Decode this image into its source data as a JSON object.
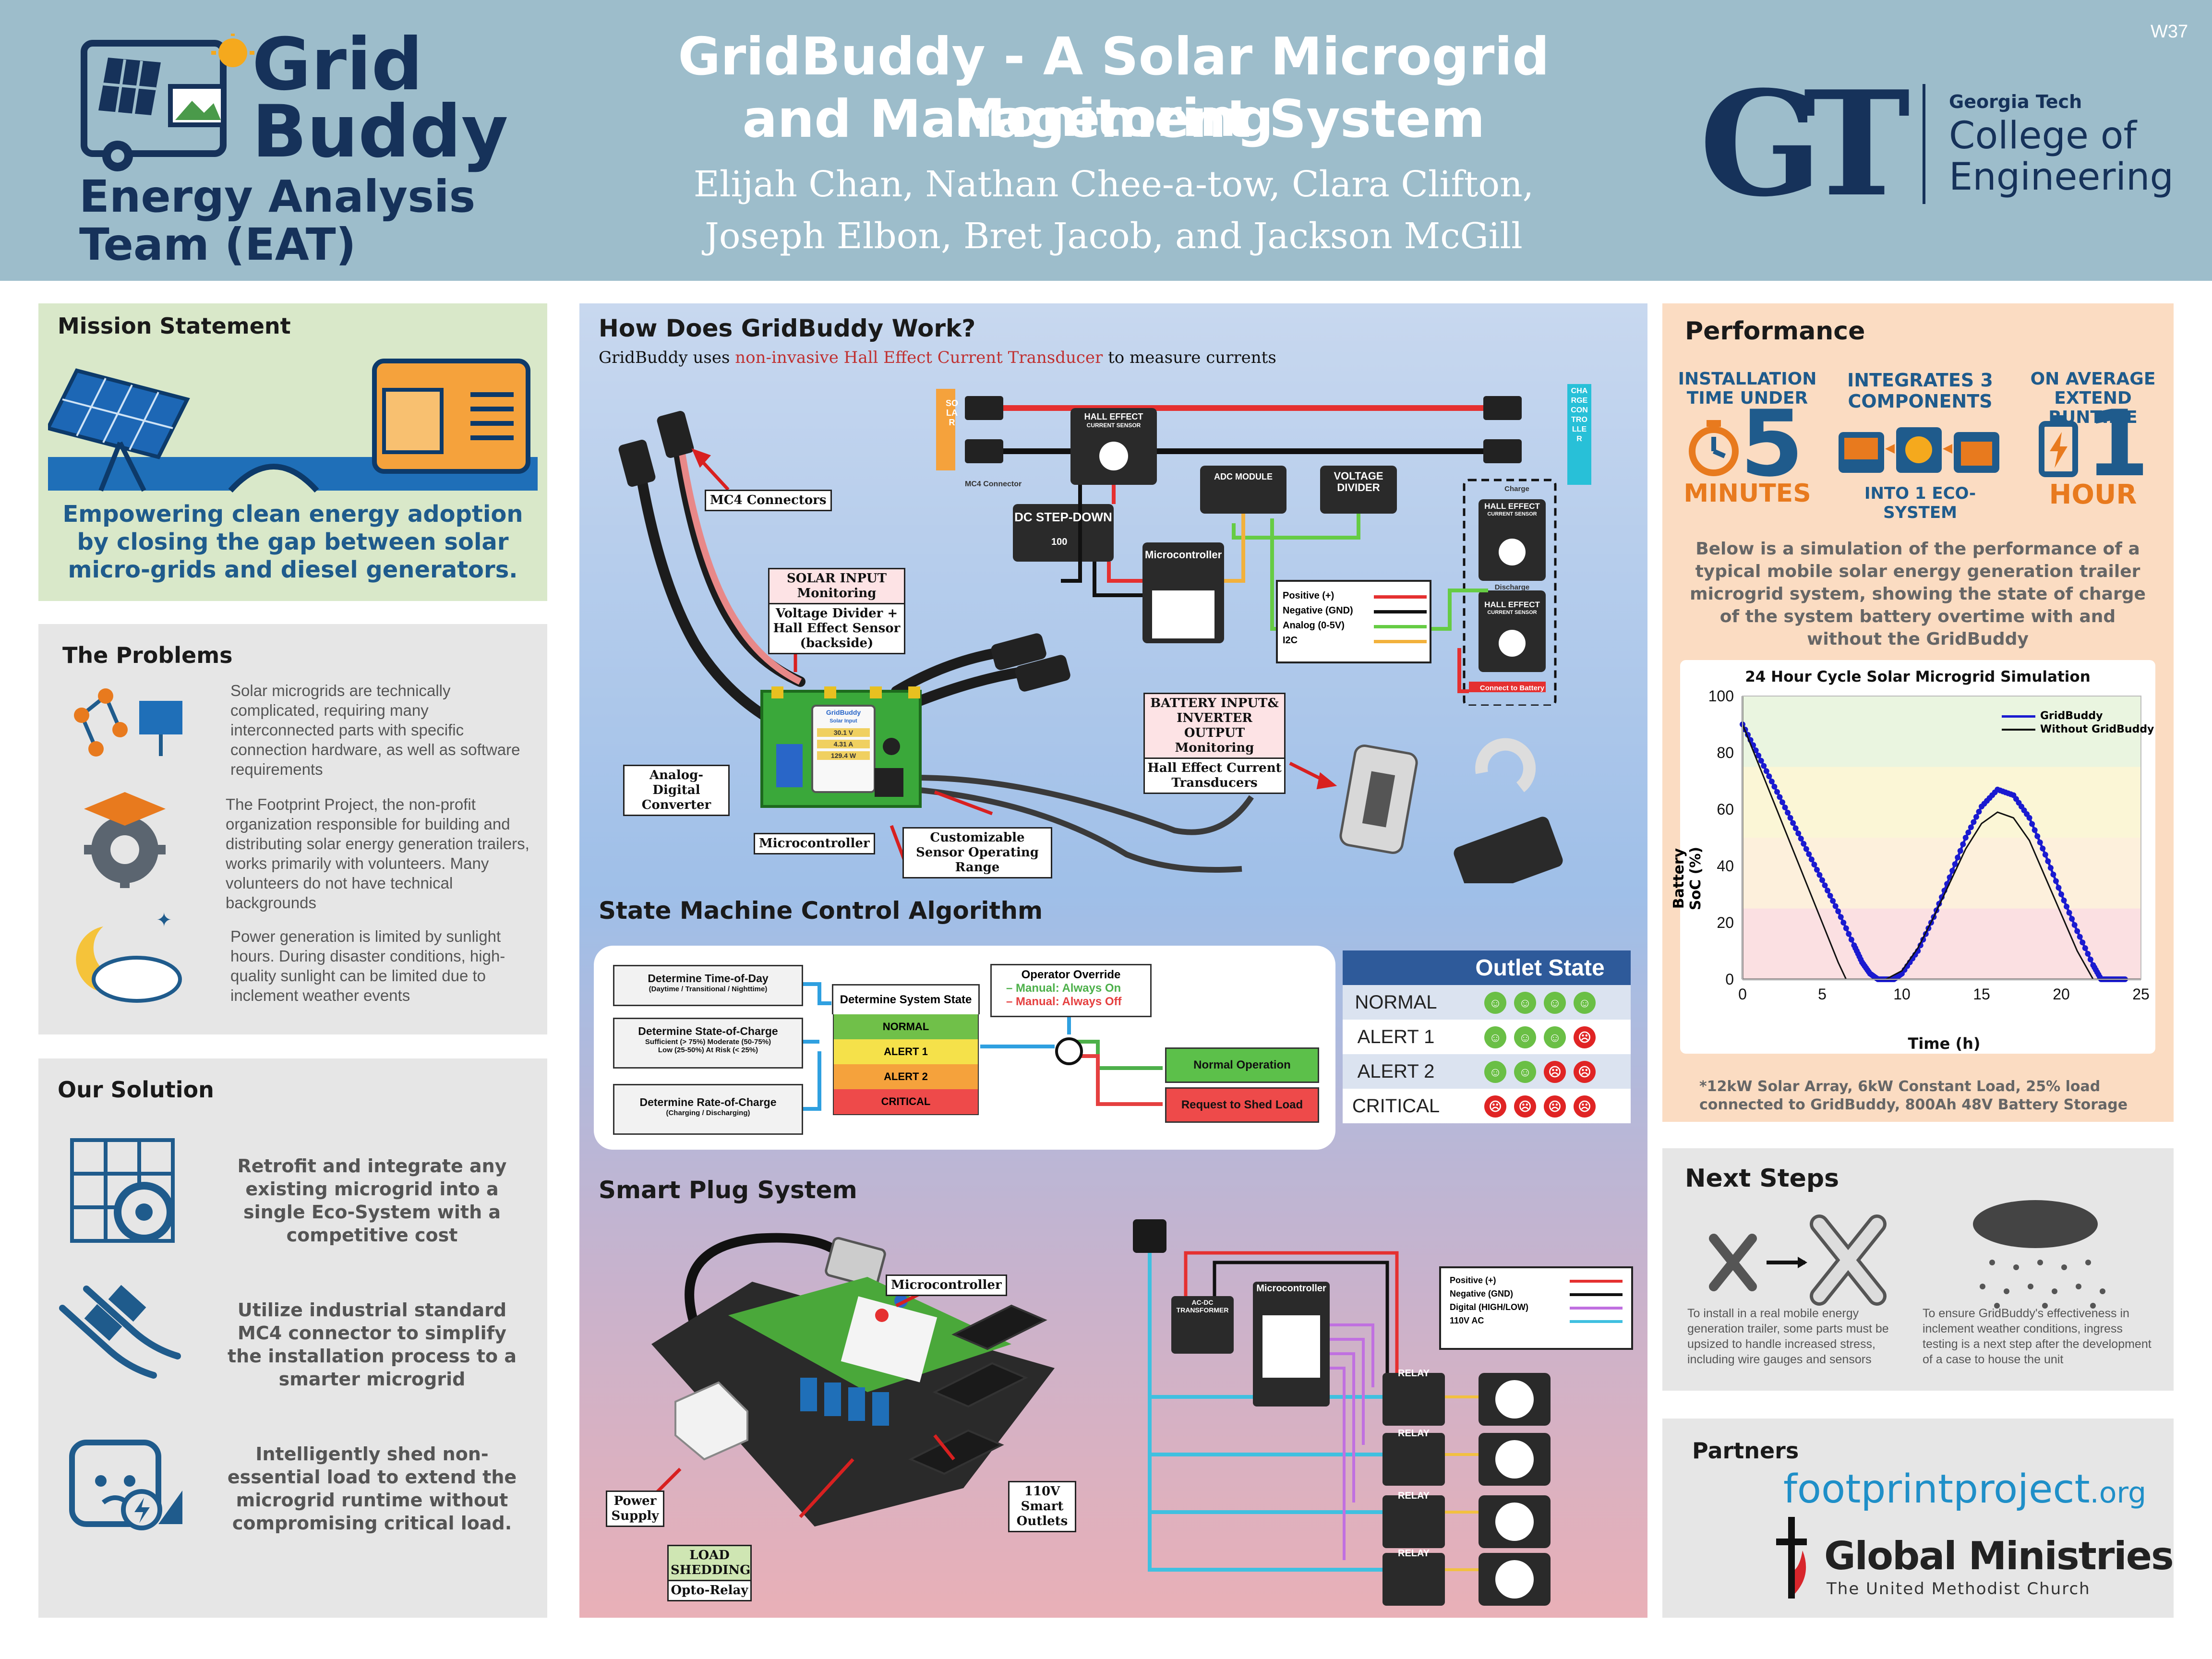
{
  "header": {
    "logo_word1": "Grid",
    "logo_word2": "Buddy",
    "team_line1": "Energy Analysis",
    "team_line2": "Team (EAT)",
    "title_line1": "GridBuddy - A Solar Microgrid Monitoring",
    "title_line2": "and Management System",
    "authors_line1": "Elijah Chan, Nathan Chee-a-tow, Clara Clifton,",
    "authors_line2": "Joseph Elbon, Bret Jacob, and Jackson McGill",
    "gt_small": "Georgia Tech",
    "gt_line1": "College of",
    "gt_line2": "Engineering",
    "gt_mark": "GT",
    "poster_id": "W37"
  },
  "mission": {
    "title": "Mission Statement",
    "text": "Empowering clean energy adoption by closing the gap between solar micro-grids and diesel generators."
  },
  "problems": {
    "title": "The Problems",
    "items": [
      "Solar microgrids are technically complicated, requiring many interconnected parts with specific connection hardware, as well as software requirements",
      "The Footprint Project, the non-profit organization responsible for building and distributing solar energy generation trailers, works primarily with volunteers. Many volunteers do not have technical backgrounds",
      "Power generation is limited by sunlight hours. During disaster conditions, high-quality sunlight can be limited due to inclement weather events"
    ]
  },
  "solution": {
    "title": "Our Solution",
    "items": [
      "Retrofit and integrate any existing microgrid into a single Eco-System with a competitive cost",
      "Utilize industrial standard MC4 connector to simplify the installation process to a smarter microgrid",
      "Intelligently shed non-essential load to extend the microgrid runtime without compromising critical load."
    ]
  },
  "how": {
    "title": "How Does GridBuddy Work?",
    "subtitle_pre": "GridBuddy uses ",
    "subtitle_em": "non-invasive Hall Effect Current Transducer",
    "subtitle_post": " to measure currents",
    "labels": {
      "mc4": "MC4 Connectors",
      "solar_input": "SOLAR INPUT Monitoring",
      "solar_input_sub": "Voltage Divider + Hall Effect Sensor (backside)",
      "adc": "Analog-Digital Converter",
      "micro": "Microcontroller",
      "sensor_range": "Customizable Sensor Operating Range",
      "battery": "BATTERY INPUT& INVERTER OUTPUT Monitoring",
      "battery_sub": "Hall Effect Current Transducers",
      "solar_side": "SOLAR",
      "charge_side": "CHARGE CONTROLLER",
      "mc4_conn": "MC4 Connector",
      "hall_top": "HALL EFFECT",
      "hall_top_sub": "CURRENT SENSOR",
      "adc_module": "ADC MODULE",
      "voltage_div": "VOLTAGE DIVIDER",
      "dc_step": "DC STEP-DOWN",
      "dc_step_val": "100",
      "micro_box": "Microcontroller",
      "charge_tag": "Charge",
      "discharge_tag": "Discharge",
      "hall_charge": "HALL EFFECT",
      "hall_charge_sub": "CURRENT SENSOR",
      "hall_discharge": "HALL EFFECT",
      "hall_discharge_sub": "CURRENT SENSOR",
      "connect_batt": "Connect to Battery",
      "screen_brand": "GridBuddy",
      "screen_sub": "Solar Input",
      "screen_v": "30.1 V",
      "screen_a": "4.31 A",
      "screen_w": "129.4 W"
    },
    "legend": [
      {
        "label": "Positive (+)",
        "color": "#e53030"
      },
      {
        "label": "Negative (GND)",
        "color": "#111111"
      },
      {
        "label": "Analog (0-5V)",
        "color": "#66cc44"
      },
      {
        "label": "I2C",
        "color": "#f2b13c"
      }
    ]
  },
  "state_machine": {
    "title": "State Machine Control Algorithm",
    "inputs": [
      {
        "main": "Determine Time-of-Day",
        "sub": "(Daytime / Transitional / Nighttime)"
      },
      {
        "main": "Determine State-of-Charge",
        "sub1": "Sufficient (> 75%)   Moderate (50-75%)",
        "sub2": "Low (25-50%)   At Risk (< 25%)"
      },
      {
        "main": "Determine Rate-of-Charge",
        "sub": "(Charging / Discharging)"
      }
    ],
    "system_state": "Determine System State",
    "states": [
      {
        "name": "NORMAL",
        "color": "#70c049"
      },
      {
        "name": "ALERT 1",
        "color": "#f5e14a"
      },
      {
        "name": "ALERT 2",
        "color": "#f5a23c"
      },
      {
        "name": "CRITICAL",
        "color": "#ee4a4a"
      }
    ],
    "override_title": "Operator Override",
    "override_on": "– Manual: Always On",
    "override_off": "– Manual: Always Off",
    "normal_op": "Normal Operation",
    "shed": "Request to Shed Load",
    "outlet_title": "Outlet State",
    "outlet_rows": [
      {
        "state": "NORMAL",
        "outlets": [
          "on",
          "on",
          "on",
          "on"
        ]
      },
      {
        "state": "ALERT 1",
        "outlets": [
          "on",
          "on",
          "on",
          "off"
        ]
      },
      {
        "state": "ALERT 2",
        "outlets": [
          "on",
          "on",
          "off",
          "off"
        ]
      },
      {
        "state": "CRITICAL",
        "outlets": [
          "off",
          "off",
          "off",
          "off"
        ]
      }
    ]
  },
  "smart_plug": {
    "title": "Smart Plug System",
    "labels": {
      "micro": "Microcontroller",
      "power": "Power Supply",
      "load1": "LOAD SHEDDING",
      "load2": "Opto-Relay",
      "outlets": "110V Smart Outlets",
      "transformer": "AC-DC TRANSFORMER",
      "micro_box": "Microcontroller",
      "relay": "RELAY"
    },
    "legend": [
      {
        "label": "Positive (+)",
        "color": "#e53030"
      },
      {
        "label": "Negative (GND)",
        "color": "#111111"
      },
      {
        "label": "Digital (HIGH/LOW)",
        "color": "#c070e0"
      },
      {
        "label": "110V AC",
        "color": "#40c0e0"
      }
    ]
  },
  "performance": {
    "title": "Performance",
    "stat1_cap": "INSTALLATION TIME UNDER",
    "stat1_num": "5",
    "stat1_unit": "MINUTES",
    "stat2_cap": "INTEGRATES 3 COMPONENTS",
    "stat2_unit": "INTO 1 ECO-SYSTEM",
    "stat3_cap": "ON AVERAGE EXTEND RUNTIME",
    "stat3_num": "1",
    "stat3_unit": "HOUR",
    "description": "Below is a simulation of the performance of a typical mobile solar energy generation trailer microgrid system, showing the state of charge of the system battery overtime with and without the GridBuddy",
    "footnote": "*12kW Solar Array, 6kW Constant Load, 25% load connected to GridBuddy, 800Ah 48V Battery Storage"
  },
  "chart_data": {
    "type": "line",
    "title": "24 Hour Cycle Solar Microgrid Simulation",
    "xlabel": "Time (h)",
    "ylabel": "Battery SoC (%)",
    "xlim": [
      0,
      25
    ],
    "ylim": [
      0,
      100
    ],
    "xticks": [
      0,
      5,
      10,
      15,
      20,
      25
    ],
    "yticks": [
      0,
      20,
      40,
      60,
      80,
      100
    ],
    "legend_position": "top-right",
    "bands": [
      {
        "from": 75,
        "to": 100,
        "color": "#eaf5e0"
      },
      {
        "from": 50,
        "to": 75,
        "color": "#fbf6d6"
      },
      {
        "from": 25,
        "to": 50,
        "color": "#fdf0dc"
      },
      {
        "from": 0,
        "to": 25,
        "color": "#fbe0e2"
      }
    ],
    "series": [
      {
        "name": "GridBuddy",
        "color": "#1a1ad0",
        "marker": true,
        "x": [
          0,
          1,
          2,
          3,
          4,
          5,
          6,
          7,
          7.5,
          8,
          8.5,
          9,
          9.5,
          10,
          11,
          12,
          13,
          14,
          15,
          16,
          17,
          18,
          19,
          20,
          21,
          22,
          22.5,
          23,
          23.5,
          24
        ],
        "y": [
          90,
          79,
          68,
          57,
          46,
          35,
          24,
          12,
          6,
          2,
          0,
          0,
          0,
          2,
          10,
          22,
          36,
          50,
          61,
          67,
          65,
          57,
          44,
          30,
          17,
          5,
          0,
          0,
          0,
          0
        ]
      },
      {
        "name": "Without GridBuddy",
        "color": "#111111",
        "marker": false,
        "x": [
          0,
          1,
          2,
          3,
          4,
          5,
          6,
          6.5,
          7,
          8,
          9,
          10,
          11,
          12,
          13,
          14,
          15,
          16,
          17,
          18,
          19,
          20,
          21,
          22,
          22.5,
          23,
          24
        ],
        "y": [
          90,
          76,
          62,
          48,
          34,
          20,
          6,
          0,
          0,
          0,
          0,
          3,
          11,
          22,
          34,
          46,
          55,
          59,
          57,
          49,
          36,
          23,
          10,
          0,
          0,
          0,
          0
        ]
      }
    ]
  },
  "next_steps": {
    "title": "Next Steps",
    "left": "To install in a real mobile energy generation trailer, some parts must be upsized to handle increased stress, including wire gauges and sensors",
    "right": "To ensure GridBuddy's effectiveness in inclement weather conditions, ingress testing is a next step after the development of a case to house the unit"
  },
  "partners": {
    "title": "Partners",
    "fp_a": "footprintproject",
    "fp_b": ".org",
    "gm1": "Global Ministries",
    "gm2": "The United Methodist Church"
  }
}
